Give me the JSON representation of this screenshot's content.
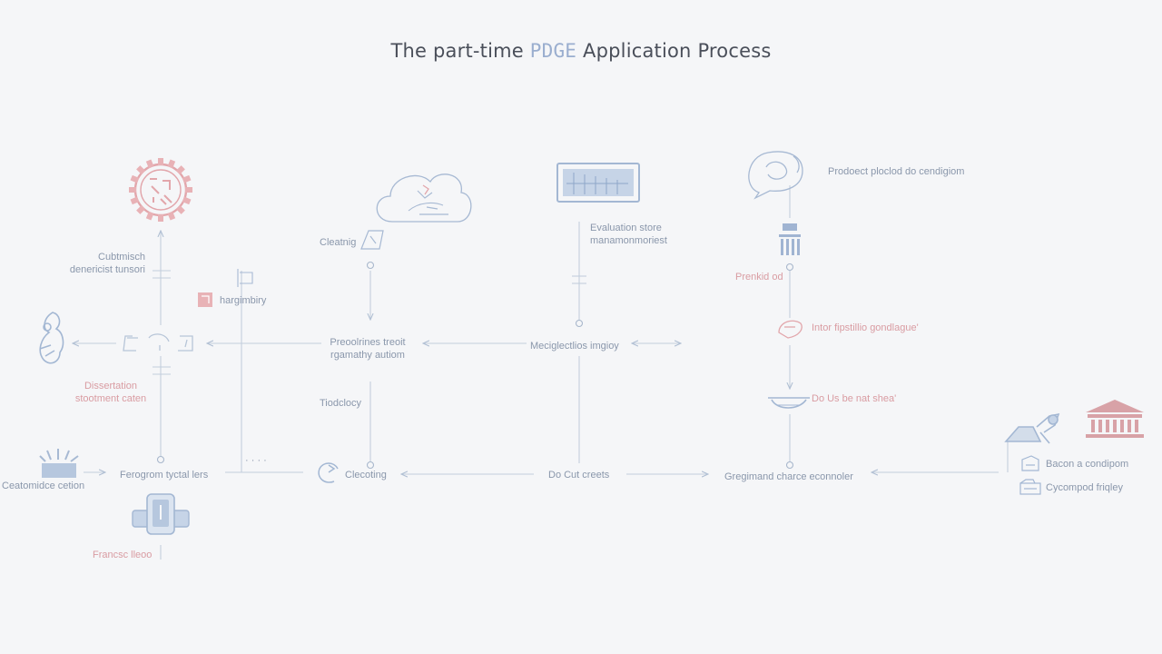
{
  "title": {
    "before": "The part-time ",
    "accent": "PDGE",
    "after": " Application Process"
  },
  "colors": {
    "background": "#f5f6f8",
    "line": "#b9c6d8",
    "icon_blue": "#9fb4d2",
    "icon_pink": "#e2a6ab",
    "text_blue": "#8a97ab",
    "text_pink": "#d99ca2",
    "title": "#4a4f5a"
  },
  "labels": {
    "gear_caption_1": "Cubtmisch",
    "gear_caption_2": "denericist tunsori",
    "hargimbry": "hargimbiry",
    "dissertation_1": "Dissertation",
    "dissertation_2": "stootment caten",
    "cleating": "Cleatnig",
    "evaluation_1": "Evaluation store",
    "evaluation_2": "manamonmoriest",
    "product_placed": "Prodoect ploclod do cendigiom",
    "prominent_list": "Prenkid od",
    "proc_1": "Preoolrines treoit",
    "proc_2": "rgamathy autiom",
    "management": "Meciglectlios imgioy",
    "intro": "Intor fipstillio gondlague'",
    "teladelay": "Tiodclocy",
    "dissertation_target": "Do Us be nat shea'",
    "tracking_left": "Ferogrom tyctal lers",
    "dots": "· · · ·",
    "clearing": "Clecoting",
    "do_cut": "Do Cut creets",
    "program": "Gregimand charce econnoler",
    "customize": "Ceatomidce cetion",
    "bacon": "Bacon a condipom",
    "cycled": "Cycompod friqley",
    "framed": "Francsc lleoo"
  },
  "icons": [
    "gear-icon",
    "cloud-icon",
    "monitor-icon",
    "chat-bubble-icon",
    "building-small-icon",
    "flag-card-icon",
    "lamp-icon",
    "person-icon",
    "bracket-pair-icon",
    "document-pen-icon",
    "bowl-icon",
    "phone-device-icon",
    "burst-icon",
    "refresh-icon",
    "museum-icon",
    "tractor-icon",
    "envelope-icon",
    "folder-icon",
    "lightbulb-icon"
  ]
}
